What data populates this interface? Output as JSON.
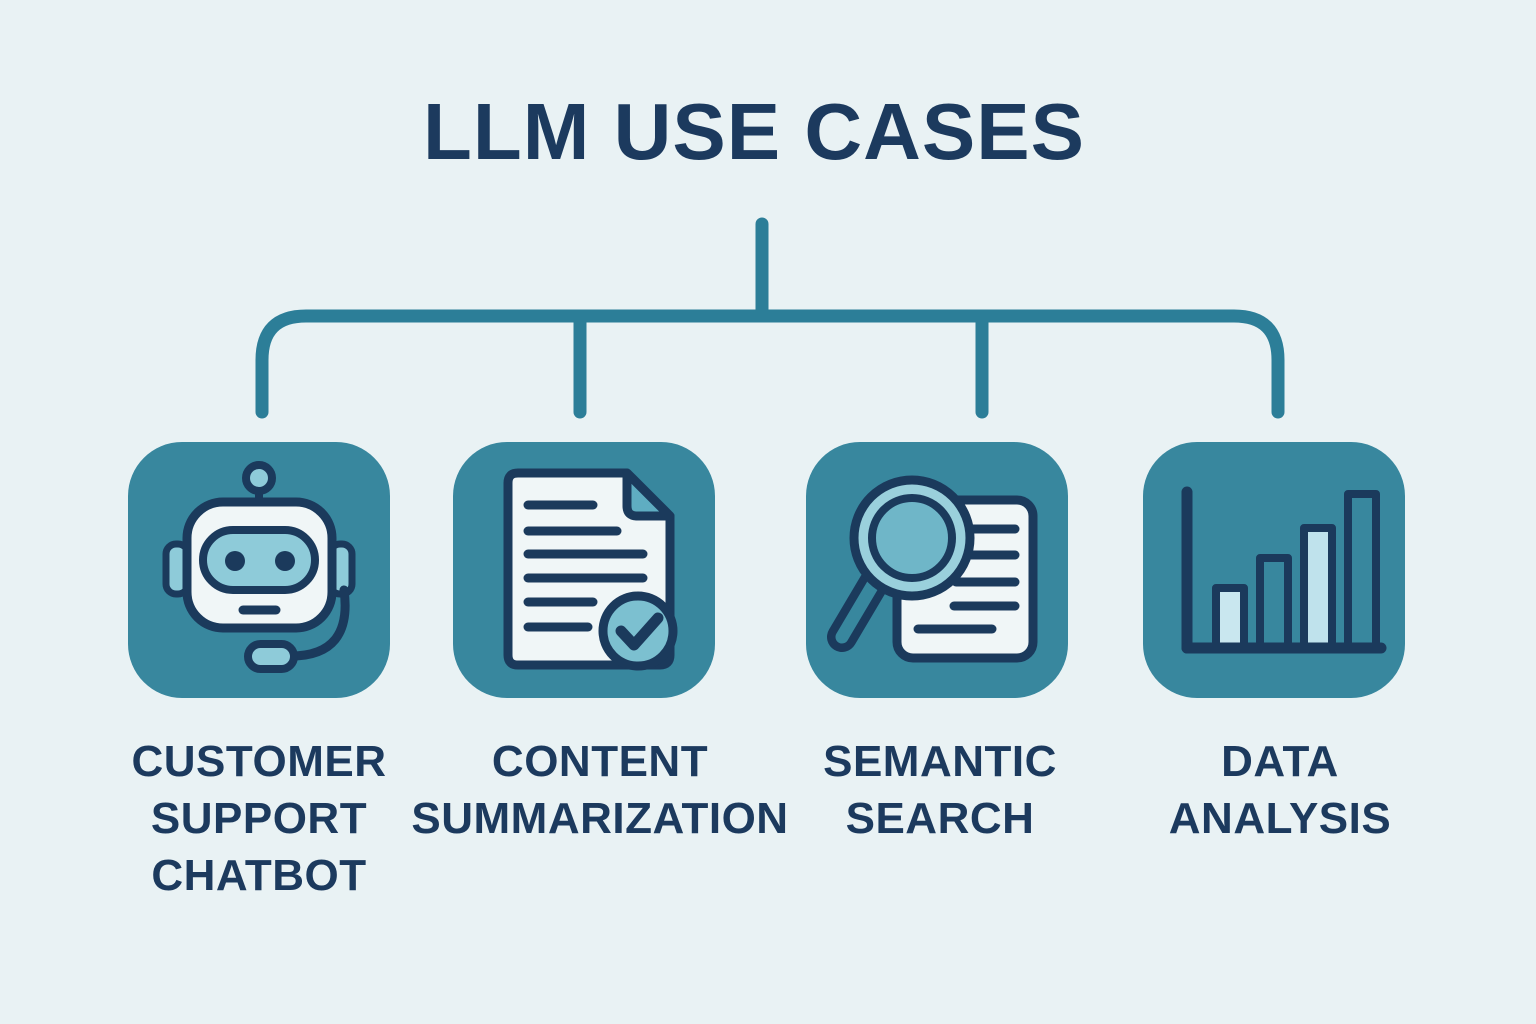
{
  "title": "LLM USE CASES",
  "colors": {
    "background": "#e9f2f4",
    "tile_teal": "#38879e",
    "connector_teal": "#2c7e98",
    "navy_text": "#1c3a5e",
    "navy_stroke": "#1b3a5c",
    "icon_paper": "#f0f6f7",
    "accent_light_teal": "#8ecbd9",
    "accent_medium_teal": "#5fadc2",
    "bar_pale_blue": "#c9e7ef"
  },
  "diagram": {
    "type": "tree",
    "root": "LLM USE CASES",
    "children": [
      "CUSTOMER SUPPORT CHATBOT",
      "CONTENT SUMMARIZATION",
      "SEMANTIC SEARCH",
      "DATA ANALYSIS"
    ]
  },
  "cards": [
    {
      "icon": "chatbot-robot-icon",
      "label": "CUSTOMER SUPPORT CHATBOT",
      "label_lines": [
        "CUSTOMER",
        "SUPPORT",
        "CHATBOT"
      ]
    },
    {
      "icon": "document-checkmark-icon",
      "label": "CONTENT SUMMARIZATION",
      "label_lines": [
        "CONTENT",
        "SUMMARIZATION"
      ]
    },
    {
      "icon": "magnifier-document-icon",
      "label": "SEMANTIC SEARCH",
      "label_lines": [
        "SEMANTIC",
        "SEARCH"
      ]
    },
    {
      "icon": "bar-chart-icon",
      "label": "DATA ANALYSIS",
      "label_lines": [
        "DATA",
        "ANALYSIS"
      ]
    }
  ]
}
